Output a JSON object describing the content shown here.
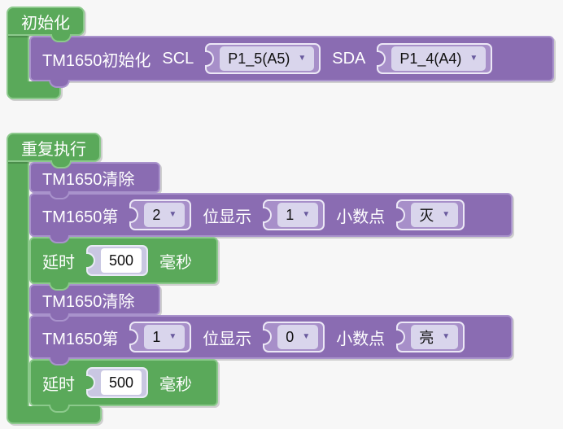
{
  "colors": {
    "workspace_bg": "#f7f7f7",
    "green_block": "#5aa95a",
    "green_border": "#8cc98c",
    "purple_block": "#8a6cb2",
    "purple_border": "#a993cc",
    "slot_fill_purple": "#a78fc9",
    "slot_fill_lavender": "#c9c7e2",
    "slot_border": "#ece8f6",
    "dropdown_bg": "#d9d5ec",
    "input_bg": "#ffffff",
    "text_on_block": "#ffffff",
    "text_value": "#111111",
    "dropdown_arrow_color": "#6a5b9e"
  },
  "icons": {
    "dropdown_arrow": "▼"
  },
  "init_block": {
    "hat_label": "初始化",
    "tm1650_init": {
      "title": "TM1650初始化",
      "scl_label": "SCL",
      "scl_value": "P1_5(A5)",
      "sda_label": "SDA",
      "sda_value": "P1_4(A4)"
    }
  },
  "loop_block": {
    "hat_label": "重复执行",
    "clear_1": {
      "label": "TM1650清除"
    },
    "display_1": {
      "prefix": "TM1650第",
      "digit": "2",
      "show_label": "位显示",
      "value": "1",
      "dot_label": "小数点",
      "dot_value": "灭"
    },
    "delay_1": {
      "label": "延时",
      "value": "500",
      "unit": "毫秒"
    },
    "clear_2": {
      "label": "TM1650清除"
    },
    "display_2": {
      "prefix": "TM1650第",
      "digit": "1",
      "show_label": "位显示",
      "value": "0",
      "dot_label": "小数点",
      "dot_value": "亮"
    },
    "delay_2": {
      "label": "延时",
      "value": "500",
      "unit": "毫秒"
    }
  }
}
